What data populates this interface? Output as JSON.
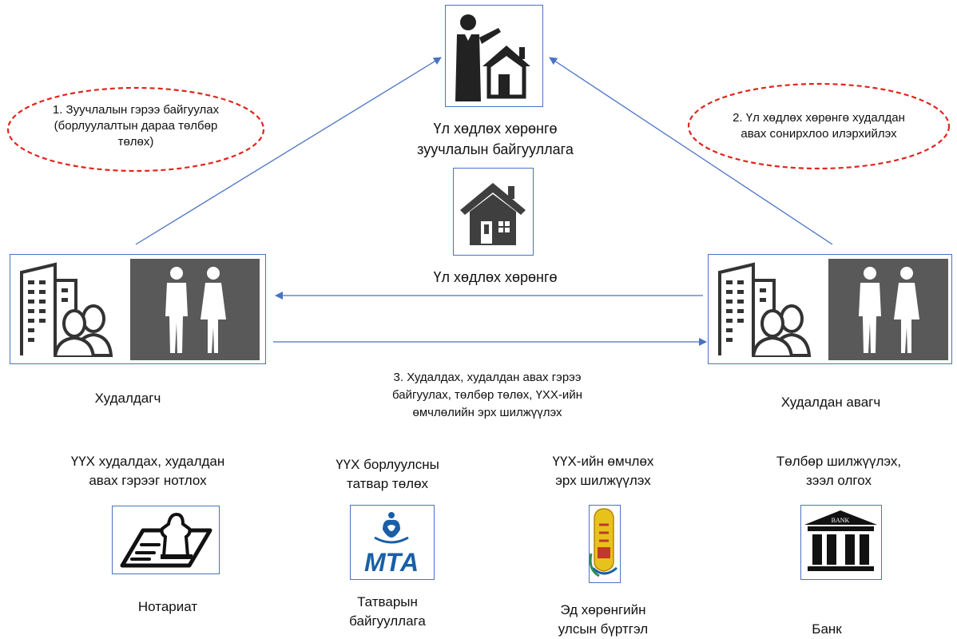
{
  "agency": {
    "label_line1": "Үл хөдлөх хөрөнгө",
    "label_line2": "зуучлалын байгууллага",
    "icon": "realtor-with-house-icon"
  },
  "property": {
    "label": "Үл хөдлөх хөрөнгө",
    "icon": "house-icon"
  },
  "seller": {
    "label": "Худалдагч",
    "icons": [
      "office-building-people-icon",
      "couple-icon"
    ]
  },
  "buyer": {
    "label": "Худалдан авагч",
    "icons": [
      "office-building-people-icon",
      "couple-icon"
    ]
  },
  "steps": {
    "step1": {
      "line1": "1. Зуучлалын гэрээ байгуулах",
      "line2": "(борлуулалтын дараа төлбөр",
      "line3": "төлөх)"
    },
    "step2": {
      "line1": "2. Үл хөдлөх хөрөнгө худалдан",
      "line2": "авах сонирхлоо илэрхийлэх"
    },
    "step3": {
      "line1": "3. Худалдах, худалдан авах гэрээ",
      "line2": "байгуулах, төлбөр төлөх, ҮХХ-ийн",
      "line3": "өмчлөлийн эрх шилжүүлэх"
    }
  },
  "institutions": [
    {
      "role_line1": "ҮҮХ худалдах, худалдан",
      "role_line2": "авах гэрээг нотлох",
      "name_line1": "Нотариат",
      "name_line2": "",
      "icon": "notary-stamp-icon"
    },
    {
      "role_line1": "ҮҮХ борлуулсны",
      "role_line2": "татвар төлөх",
      "name_line1": "Татварын",
      "name_line2": "байгууллага",
      "icon": "mta-logo",
      "logo_text": "МТА"
    },
    {
      "role_line1": "ҮҮХ-ийн өмчлөх",
      "role_line2": "эрх шилжүүлэх",
      "name_line1": "Эд хөрөнгийн",
      "name_line2": "улсын бүртгэл",
      "icon": "state-registry-emblem"
    },
    {
      "role_line1": "Төлбөр шилжүүлэх,",
      "role_line2": "зээл олгох",
      "name_line1": "Банк",
      "name_line2": "",
      "icon": "bank-building-icon",
      "logo_text": "BANK"
    }
  ],
  "colors": {
    "arrow": "#4a72c4",
    "box_border": "#4a72c4",
    "ellipse": "#e0241c",
    "tile": "#595959"
  }
}
